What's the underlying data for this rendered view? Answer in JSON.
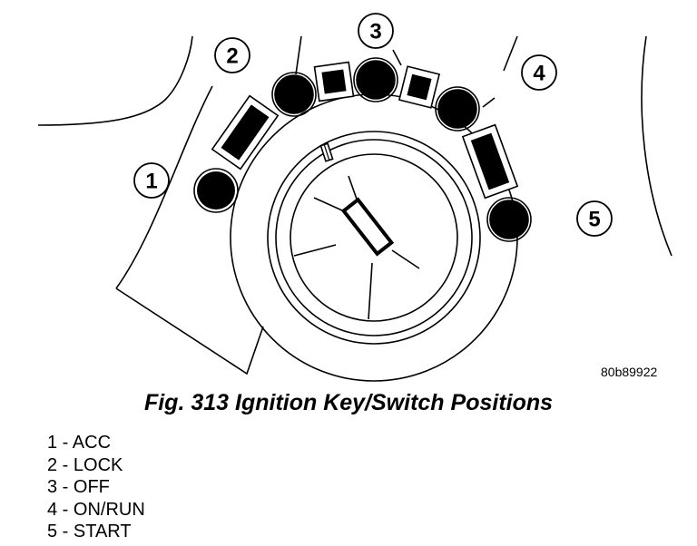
{
  "figure": {
    "code": "80b89922",
    "caption": "Fig. 313 Ignition Key/Switch Positions",
    "callouts": [
      "1",
      "2",
      "3",
      "4",
      "5"
    ]
  },
  "legend": [
    "1 - ACC",
    "2 - LOCK",
    "3 - OFF",
    "4 - ON/RUN",
    "5 - START"
  ]
}
